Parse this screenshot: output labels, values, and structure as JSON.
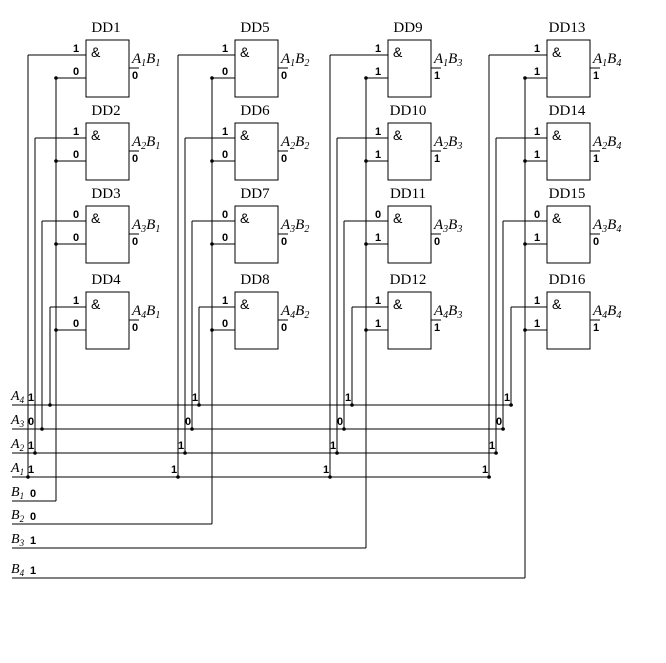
{
  "diagram": {
    "gates": [
      {
        "id": "DD1",
        "symbol": "&",
        "in_a": "1",
        "in_b": "0",
        "out_a": "A",
        "out_a_sub": "1",
        "out_b": "B",
        "out_b_sub": "1",
        "out": "0"
      },
      {
        "id": "DD2",
        "symbol": "&",
        "in_a": "1",
        "in_b": "0",
        "out_a": "A",
        "out_a_sub": "2",
        "out_b": "B",
        "out_b_sub": "1",
        "out": "0"
      },
      {
        "id": "DD3",
        "symbol": "&",
        "in_a": "0",
        "in_b": "0",
        "out_a": "A",
        "out_a_sub": "3",
        "out_b": "B",
        "out_b_sub": "1",
        "out": "0"
      },
      {
        "id": "DD4",
        "symbol": "&",
        "in_a": "1",
        "in_b": "0",
        "out_a": "A",
        "out_a_sub": "4",
        "out_b": "B",
        "out_b_sub": "1",
        "out": "0"
      },
      {
        "id": "DD5",
        "symbol": "&",
        "in_a": "1",
        "in_b": "0",
        "out_a": "A",
        "out_a_sub": "1",
        "out_b": "B",
        "out_b_sub": "2",
        "out": "0"
      },
      {
        "id": "DD6",
        "symbol": "&",
        "in_a": "1",
        "in_b": "0",
        "out_a": "A",
        "out_a_sub": "2",
        "out_b": "B",
        "out_b_sub": "2",
        "out": "0"
      },
      {
        "id": "DD7",
        "symbol": "&",
        "in_a": "0",
        "in_b": "0",
        "out_a": "A",
        "out_a_sub": "3",
        "out_b": "B",
        "out_b_sub": "2",
        "out": "0"
      },
      {
        "id": "DD8",
        "symbol": "&",
        "in_a": "1",
        "in_b": "0",
        "out_a": "A",
        "out_a_sub": "4",
        "out_b": "B",
        "out_b_sub": "2",
        "out": "0"
      },
      {
        "id": "DD9",
        "symbol": "&",
        "in_a": "1",
        "in_b": "1",
        "out_a": "A",
        "out_a_sub": "1",
        "out_b": "B",
        "out_b_sub": "3",
        "out": "1"
      },
      {
        "id": "DD10",
        "symbol": "&",
        "in_a": "1",
        "in_b": "1",
        "out_a": "A",
        "out_a_sub": "2",
        "out_b": "B",
        "out_b_sub": "3",
        "out": "1"
      },
      {
        "id": "DD11",
        "symbol": "&",
        "in_a": "0",
        "in_b": "1",
        "out_a": "A",
        "out_a_sub": "3",
        "out_b": "B",
        "out_b_sub": "3",
        "out": "0"
      },
      {
        "id": "DD12",
        "symbol": "&",
        "in_a": "1",
        "in_b": "1",
        "out_a": "A",
        "out_a_sub": "4",
        "out_b": "B",
        "out_b_sub": "3",
        "out": "1"
      },
      {
        "id": "DD13",
        "symbol": "&",
        "in_a": "1",
        "in_b": "1",
        "out_a": "A",
        "out_a_sub": "1",
        "out_b": "B",
        "out_b_sub": "4",
        "out": "1"
      },
      {
        "id": "DD14",
        "symbol": "&",
        "in_a": "1",
        "in_b": "1",
        "out_a": "A",
        "out_a_sub": "2",
        "out_b": "B",
        "out_b_sub": "4",
        "out": "1"
      },
      {
        "id": "DD15",
        "symbol": "&",
        "in_a": "0",
        "in_b": "1",
        "out_a": "A",
        "out_a_sub": "3",
        "out_b": "B",
        "out_b_sub": "4",
        "out": "0"
      },
      {
        "id": "DD16",
        "symbol": "&",
        "in_a": "1",
        "in_b": "1",
        "out_a": "A",
        "out_a_sub": "4",
        "out_b": "B",
        "out_b_sub": "4",
        "out": "1"
      }
    ],
    "a_inputs": [
      {
        "name": "A",
        "sub": "4",
        "values": [
          "1",
          "1",
          "1",
          "1"
        ]
      },
      {
        "name": "A",
        "sub": "3",
        "values": [
          "0",
          "0",
          "0",
          "0"
        ]
      },
      {
        "name": "A",
        "sub": "2",
        "values": [
          "1",
          "1",
          "1",
          "1"
        ]
      },
      {
        "name": "A",
        "sub": "1",
        "values": [
          "1",
          "1",
          "1",
          "1"
        ]
      }
    ],
    "b_inputs": [
      {
        "name": "B",
        "sub": "1",
        "value": "0"
      },
      {
        "name": "B",
        "sub": "2",
        "value": "0"
      },
      {
        "name": "B",
        "sub": "3",
        "value": "1"
      },
      {
        "name": "B",
        "sub": "4",
        "value": "1"
      }
    ]
  }
}
